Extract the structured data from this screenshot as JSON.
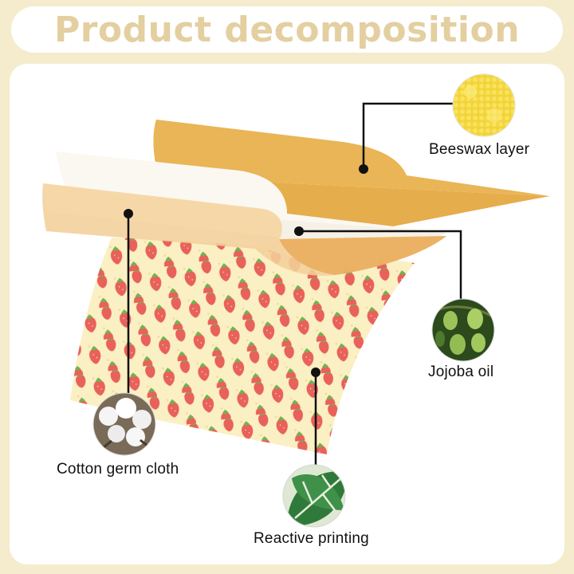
{
  "title": "Product decomposition",
  "layers": {
    "beeswax": "Beeswax layer",
    "jojoba": "Jojoba oil",
    "cotton": "Cotton germ cloth",
    "printing": "Reactive printing"
  },
  "colors": {
    "background": "#f4eccd",
    "title_text": "#e3cfa0",
    "beeswax_sheet": "#e6ad4c",
    "fabric_base": "#fbefc4",
    "strawberry": "#e8615a",
    "leaf": "#6fb34f",
    "callout_line": "#111111"
  },
  "icons": [
    "beeswax-pellets-icon",
    "jojoba-fruit-icon",
    "cotton-boll-icon",
    "monstera-leaf-icon"
  ]
}
